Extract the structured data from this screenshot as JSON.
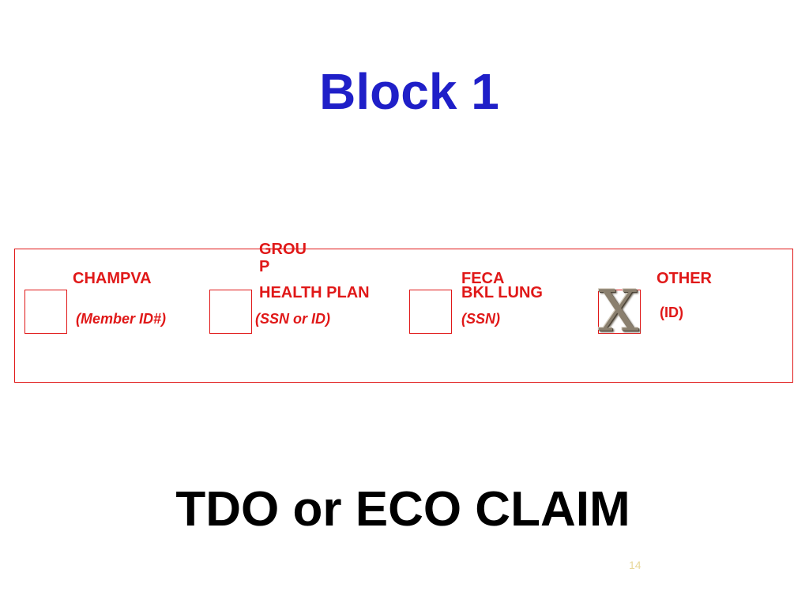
{
  "slide": {
    "title": "Block 1",
    "subtitle": "TDO or ECO CLAIM",
    "page_number": "14"
  },
  "form": {
    "champva": {
      "label": "CHAMPVA",
      "sub": "(Member ID#)"
    },
    "group": {
      "label_line1": "GROU",
      "label_line2": "P",
      "label_line3": "HEALTH PLAN",
      "sub": "(SSN or ID)"
    },
    "feca": {
      "label_line1": "FECA",
      "label_line2": "BKL LUNG",
      "sub": "(SSN)"
    },
    "other": {
      "label": "OTHER",
      "sub": "(ID)",
      "mark": "X",
      "checked": true
    }
  },
  "colors": {
    "title": "#1f1fc8",
    "form_red": "#e01818",
    "subtitle": "#000000"
  }
}
